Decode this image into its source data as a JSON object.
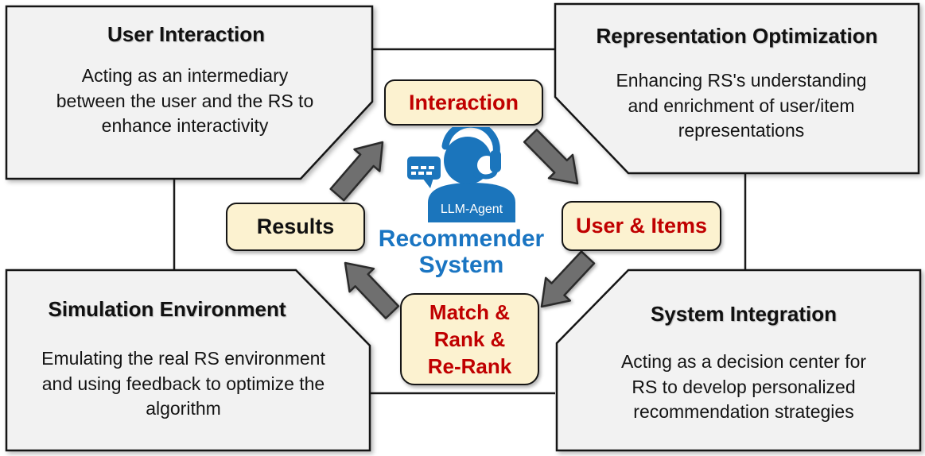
{
  "corner_boxes": {
    "top_left": {
      "title": "User Interaction",
      "body": "Acting as an intermediary\nbetween the user and the RS to\nenhance interactivity"
    },
    "top_right": {
      "title": "Representation Optimization",
      "body": "Enhancing RS's understanding\nand enrichment of user/item\nrepresentations"
    },
    "bottom_left": {
      "title": "Simulation Environment",
      "body": "Emulating the real RS environment\nand using feedback to optimize the\nalgorithm"
    },
    "bottom_right": {
      "title": "System Integration",
      "body": "Acting as a decision center for\nRS to develop personalized\nrecommendation strategies"
    }
  },
  "cycle": {
    "top": "Interaction",
    "right": "User & Items",
    "bottom": "Match &\nRank &\nRe-Rank",
    "left": "Results"
  },
  "center": {
    "agent_label": "LLM-Agent",
    "system_name": "Recommender\nSystem"
  },
  "icons": {
    "chat": "chat-bubble-icon",
    "agent": "agent-headset-icon"
  },
  "colors": {
    "corner_box_fill": "#f2f2f2",
    "pill_fill": "#fcf2d0",
    "red_text": "#c00000",
    "blue": "#1a75c2",
    "arrow_fill": "#6f6f6f",
    "outline": "#151515"
  }
}
